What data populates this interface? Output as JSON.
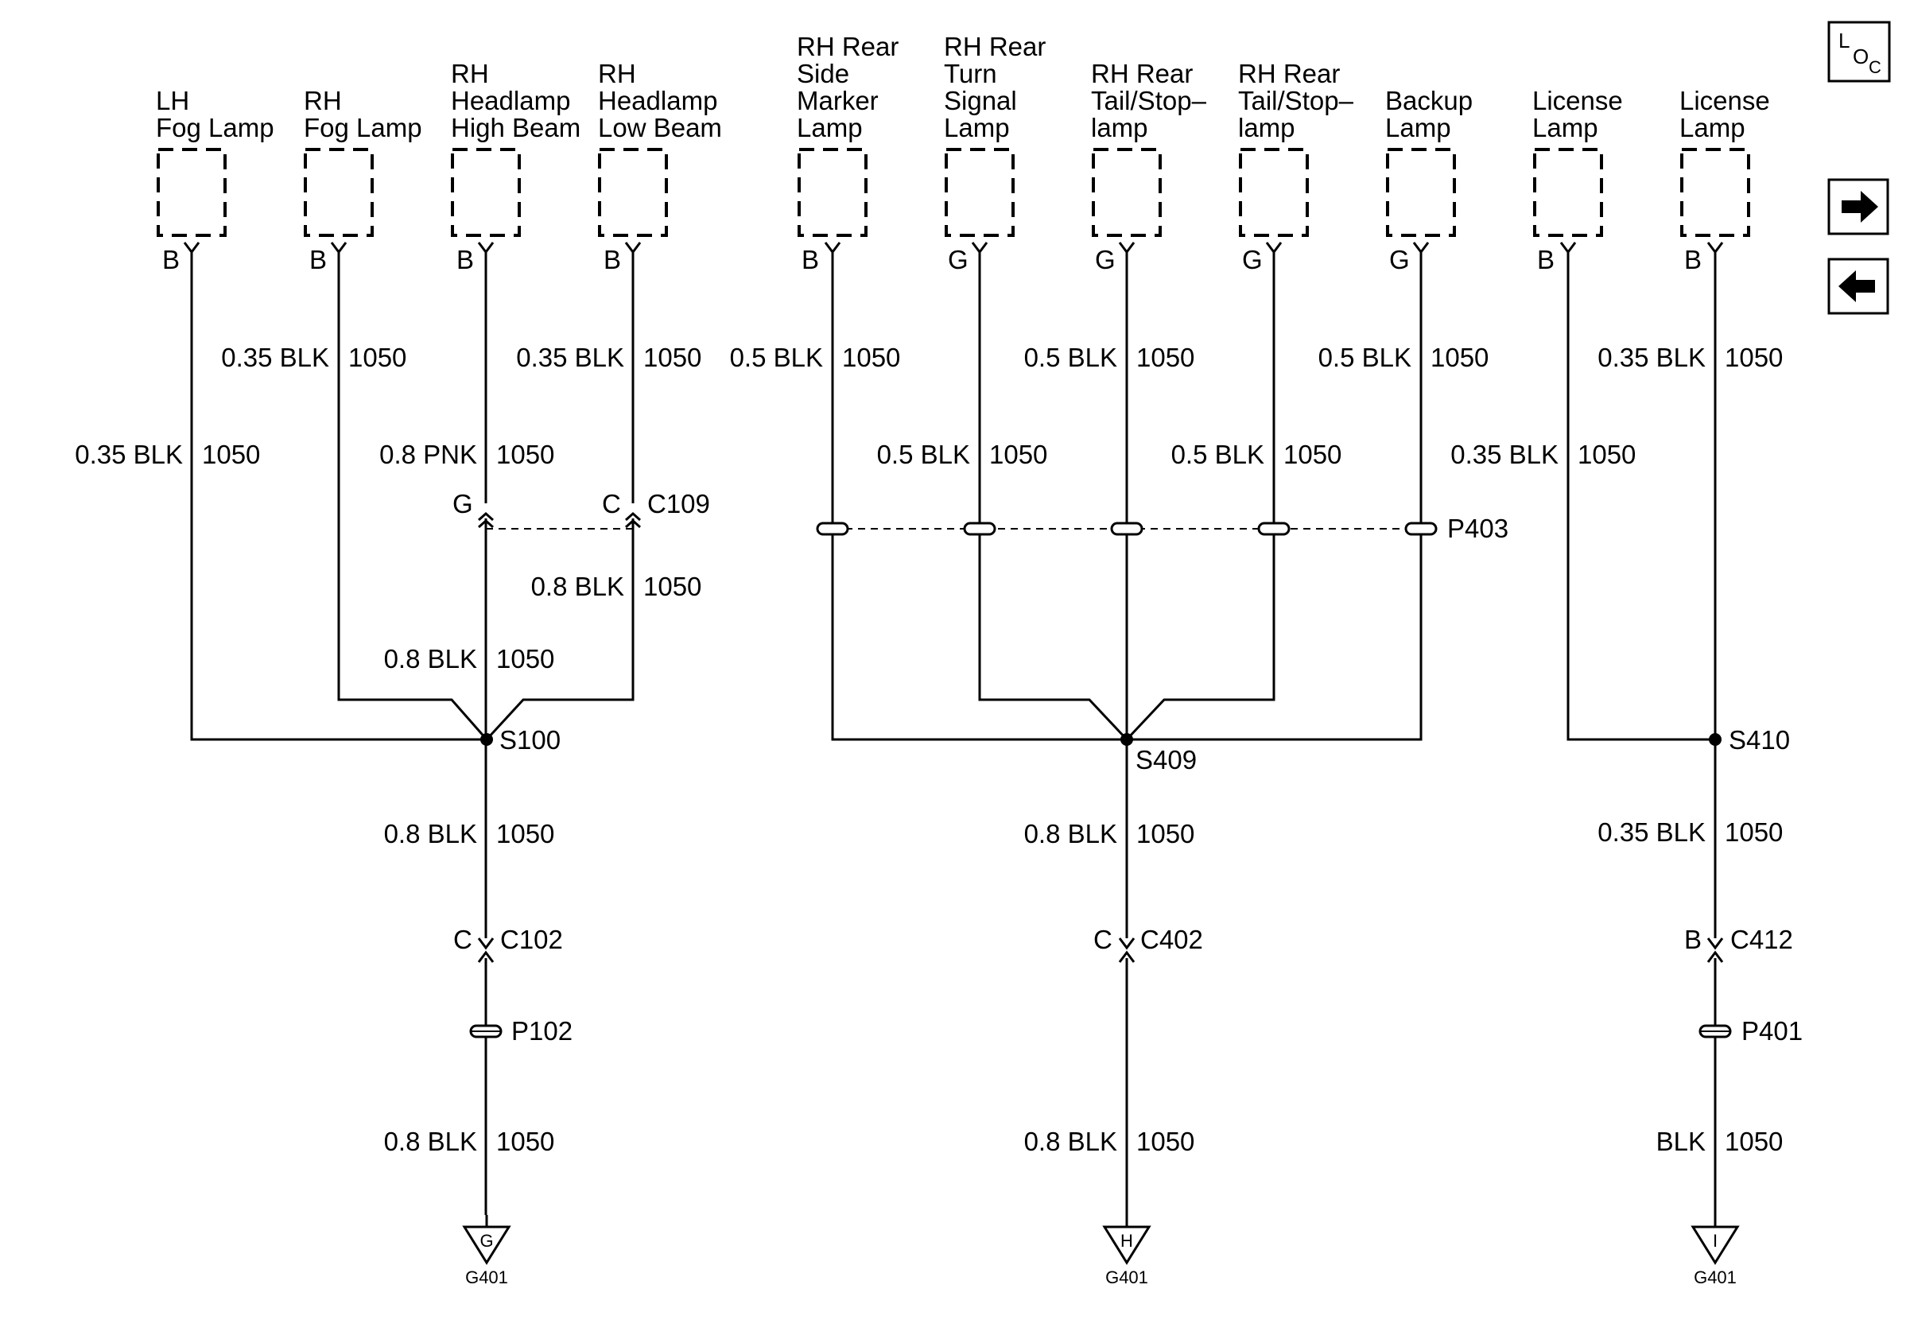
{
  "components": [
    {
      "id": "lh-fog-lamp",
      "lines": [
        "LH",
        "Fog Lamp"
      ],
      "pin": "B"
    },
    {
      "id": "rh-fog-lamp",
      "lines": [
        "RH",
        "Fog Lamp"
      ],
      "pin": "B"
    },
    {
      "id": "rh-headlamp-high-beam",
      "lines": [
        "RH",
        "Headlamp",
        "High Beam"
      ],
      "pin": "B"
    },
    {
      "id": "rh-headlamp-low-beam",
      "lines": [
        "RH",
        "Headlamp",
        "Low Beam"
      ],
      "pin": "B"
    },
    {
      "id": "rh-rear-side-marker-lamp",
      "lines": [
        "RH Rear",
        "Side",
        "Marker",
        "Lamp"
      ],
      "pin": "B"
    },
    {
      "id": "rh-rear-turn-signal-lamp",
      "lines": [
        "RH Rear",
        "Turn",
        "Signal",
        "Lamp"
      ],
      "pin": "G"
    },
    {
      "id": "rh-rear-tail-stop-lamp-1",
      "lines": [
        "RH Rear",
        "Tail/Stop–",
        "lamp"
      ],
      "pin": "G"
    },
    {
      "id": "rh-rear-tail-stop-lamp-2",
      "lines": [
        "RH Rear",
        "Tail/Stop–",
        "lamp"
      ],
      "pin": "G"
    },
    {
      "id": "backup-lamp",
      "lines": [
        "Backup",
        "Lamp"
      ],
      "pin": "G"
    },
    {
      "id": "license-lamp-1",
      "lines": [
        "License",
        "Lamp"
      ],
      "pin": "B"
    },
    {
      "id": "license-lamp-2",
      "lines": [
        "License",
        "Lamp"
      ],
      "pin": "B"
    }
  ],
  "wire_labels": [
    {
      "id": "w-lhfog",
      "gauge": "0.35 BLK",
      "circuit": "1050"
    },
    {
      "id": "w-rhfog",
      "gauge": "0.35 BLK",
      "circuit": "1050"
    },
    {
      "id": "w-high",
      "gauge": "0.8 PNK",
      "circuit": "1050"
    },
    {
      "id": "w-low-top",
      "gauge": "0.35 BLK",
      "circuit": "1050"
    },
    {
      "id": "w-low-mid",
      "gauge": "0.8 BLK",
      "circuit": "1050"
    },
    {
      "id": "w-high-low",
      "gauge": "0.8 BLK",
      "circuit": "1050"
    },
    {
      "id": "w-s100-down",
      "gauge": "0.8 BLK",
      "circuit": "1050"
    },
    {
      "id": "w-g401g",
      "gauge": "0.8 BLK",
      "circuit": "1050"
    },
    {
      "id": "w-side",
      "gauge": "0.5 BLK",
      "circuit": "1050"
    },
    {
      "id": "w-turn",
      "gauge": "0.5 BLK",
      "circuit": "1050"
    },
    {
      "id": "w-tail1",
      "gauge": "0.5 BLK",
      "circuit": "1050"
    },
    {
      "id": "w-tail2",
      "gauge": "0.5 BLK",
      "circuit": "1050"
    },
    {
      "id": "w-backup",
      "gauge": "0.5 BLK",
      "circuit": "1050"
    },
    {
      "id": "w-s409-down",
      "gauge": "0.8 BLK",
      "circuit": "1050"
    },
    {
      "id": "w-g401h",
      "gauge": "0.8 BLK",
      "circuit": "1050"
    },
    {
      "id": "w-lic1",
      "gauge": "0.35 BLK",
      "circuit": "1050"
    },
    {
      "id": "w-lic2",
      "gauge": "0.35 BLK",
      "circuit": "1050"
    },
    {
      "id": "w-s410-down",
      "gauge": "0.35 BLK",
      "circuit": "1050"
    },
    {
      "id": "w-g401i",
      "gauge": "BLK",
      "circuit": "1050"
    }
  ],
  "connectors": {
    "c109": {
      "name": "C109",
      "pin_high": "G",
      "pin_low": "C"
    },
    "c102": {
      "name": "C102",
      "pin": "C"
    },
    "c402": {
      "name": "C402",
      "pin": "C"
    },
    "c412": {
      "name": "C412",
      "pin": "B"
    }
  },
  "splices": {
    "s100": "S100",
    "s409": "S409",
    "s410": "S410"
  },
  "pass_throughs": {
    "p102": "P102",
    "p403": "P403",
    "p401": "P401"
  },
  "grounds": [
    {
      "id": "g401-g",
      "letter": "G",
      "name": "G401"
    },
    {
      "id": "g401-h",
      "letter": "H",
      "name": "G401"
    },
    {
      "id": "g401-i",
      "letter": "I",
      "name": "G401"
    }
  ],
  "locator": {
    "top": "L",
    "mid": "O",
    "sub": "C"
  },
  "nav": {
    "next_icon": "arrow-right-icon",
    "prev_icon": "arrow-left-icon"
  }
}
